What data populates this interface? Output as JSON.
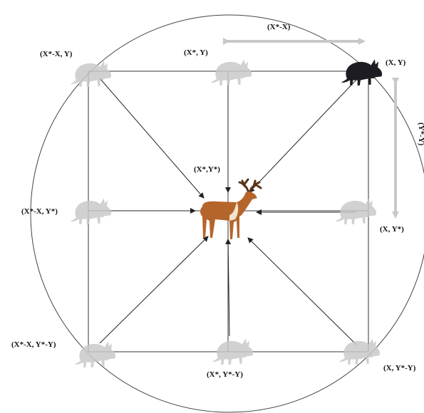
{
  "diagram": {
    "prey": {
      "icon": "deer-icon",
      "label": "(X*,Y*)"
    },
    "predators": [
      {
        "label": "(X*-X, Y)",
        "icon": "wolf-icon"
      },
      {
        "label": "(X*, Y)",
        "icon": "wolf-icon"
      },
      {
        "label": "(X, Y)",
        "icon": "wolf-icon"
      },
      {
        "label": "(X*-X, Y*)",
        "icon": "wolf-icon"
      },
      {
        "label": "(X, Y*)",
        "icon": "wolf-icon"
      },
      {
        "label": "(X*-X, Y*-Y)",
        "icon": "wolf-icon"
      },
      {
        "label": "(X*, Y*-Y)",
        "icon": "wolf-icon"
      },
      {
        "label": "(X, Y*-Y)",
        "icon": "wolf-icon"
      }
    ],
    "offsets": {
      "horizontal": "(X*-X)",
      "vertical": "(Y*-Y)"
    },
    "colors": {
      "active_wolf": "#1c1c22",
      "ghost_wolf": "#c9c9c9",
      "deer": "#b5652b",
      "antler": "#5a3418",
      "offset_arrow": "#c8c8c8",
      "lines": "#333333"
    }
  }
}
